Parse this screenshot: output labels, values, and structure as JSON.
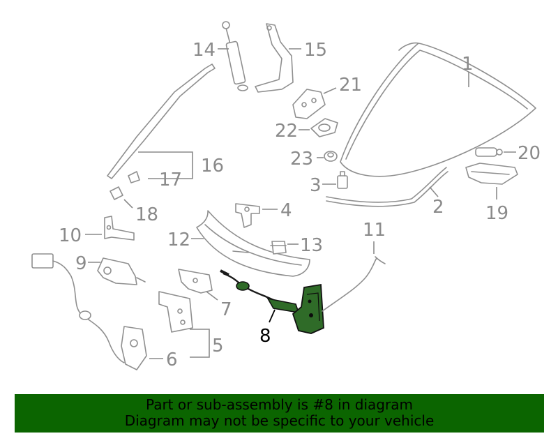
{
  "diagram": {
    "callouts": {
      "c1": "1",
      "c2": "2",
      "c3": "3",
      "c4": "4",
      "c5": "5",
      "c6": "6",
      "c7": "7",
      "c8": "8",
      "c9": "9",
      "c10": "10",
      "c11": "11",
      "c12": "12",
      "c13": "13",
      "c14": "14",
      "c15": "15",
      "c16": "16",
      "c17": "17",
      "c18": "18",
      "c19": "19",
      "c20": "20",
      "c21": "21",
      "c22": "22",
      "c23": "23"
    },
    "highlight_color": "#1f5d1a",
    "line_color": "#8f8f8f"
  },
  "banner": {
    "line1": "Part or sub-assembly is #8 in diagram",
    "line2": "Diagram may not be specific to your vehicle",
    "background": "#0b6500"
  }
}
